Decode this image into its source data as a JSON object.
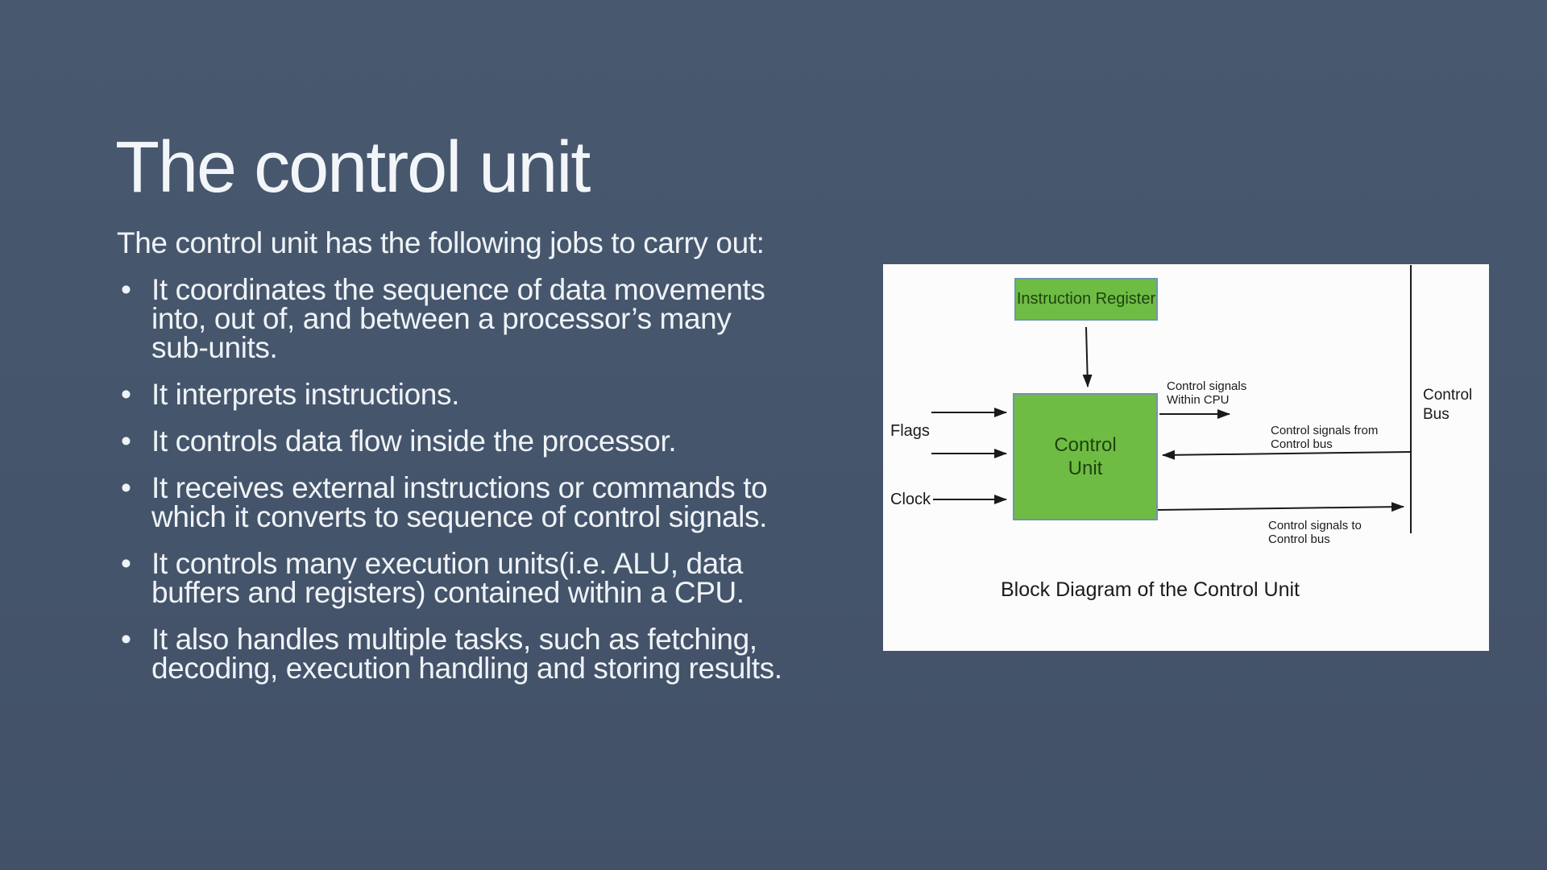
{
  "theme": {
    "background_top": "#48596F",
    "background_bottom": "#425168",
    "title_color": "#F3F6F9",
    "text_color": "#EFF3F7"
  },
  "slide": {
    "title": "The control unit",
    "intro": "The control unit has the following jobs to carry out:",
    "bullets": [
      "It coordinates the sequence of data movements\ninto, out of, and between a processor’s many\nsub-units.",
      "It interprets instructions.",
      "It controls data flow inside the processor.",
      "It receives external instructions or commands to\nwhich it converts to sequence of control signals.",
      "It controls many execution units(i.e. ALU, data\nbuffers and registers) contained within a CPU.",
      "It also handles multiple tasks, such as fetching,\ndecoding, execution handling and storing results."
    ]
  },
  "diagram": {
    "caption": "Block Diagram of the Control Unit",
    "nodes": {
      "instruction_register": "Instruction Register",
      "control_unit": "Control\nUnit"
    },
    "labels": {
      "flags": "Flags",
      "clock": "Clock",
      "control_bus": "Control\nBus",
      "signals_within_cpu": "Control signals\nWithin CPU",
      "signals_from_bus": "Control signals from\nControl bus",
      "signals_to_bus": "Control signals to\nControl bus"
    },
    "colors": {
      "panel_bg": "#FCFCFD",
      "node_fill": "#6EBC44",
      "node_border": "#6C96AC",
      "node_text": "#1E430F",
      "line": "#1A1A1A",
      "label": "#1B1B1B"
    }
  }
}
